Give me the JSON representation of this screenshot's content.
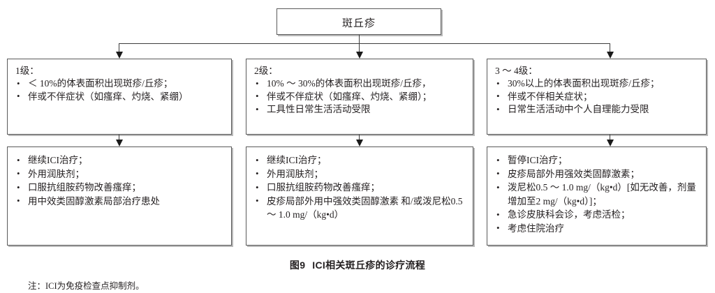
{
  "figure": {
    "caption_number": "图9",
    "caption_text": "ICI相关斑丘疹的诊疗流程",
    "note": "注：ICI为免疫检查点抑制剂。"
  },
  "root": {
    "label": "斑丘疹"
  },
  "columns": [
    {
      "grade": {
        "heading": "1级：",
        "items": [
          "＜ 10%的体表面积出现斑疹/丘疹；",
          "伴或不伴症状（如瘙痒、灼烧、紧绷）"
        ]
      },
      "treatment": {
        "items": [
          "继续ICI治疗；",
          "外用润肤剂；",
          "口服抗组胺药物改善瘙痒；",
          "用中效类固醇激素局部治疗患处"
        ]
      }
    },
    {
      "grade": {
        "heading": "2级：",
        "items": [
          "10% ～ 30%的体表面积出现斑疹/丘疹，",
          "伴或不伴症状（如瘙痒、灼烧、紧绷）；",
          "工具性日常生活活动受限"
        ]
      },
      "treatment": {
        "items": [
          "继续ICI治疗；",
          "外用润肤剂；",
          "口服抗组胺药物改善瘙痒；",
          "皮疹局部外用中强效类固醇激素 和/或泼尼松0.5 ～ 1.0 mg/（kg•d）"
        ]
      }
    },
    {
      "grade": {
        "heading": "3 ～ 4级：",
        "items": [
          "30%以上的体表面积出现斑疹/丘疹；",
          "伴或不伴相关症状；",
          "日常生活活动中个人自理能力受限"
        ]
      },
      "treatment": {
        "items": [
          "暂停ICI治疗；",
          "皮疹局部外用强效类固醇激素；",
          "泼尼松0.5 ～ 1.0 mg/（kg•d）[如无改善，剂量增加至2 mg/（kg•d）]；",
          "急诊皮肤科会诊，考虑活检；",
          "考虑住院治疗"
        ]
      }
    }
  ],
  "colors": {
    "box_border": "#5a5a5a",
    "box_shadow": "#b9b9b9",
    "connector": "#3d3d3d",
    "text": "#231f20"
  }
}
